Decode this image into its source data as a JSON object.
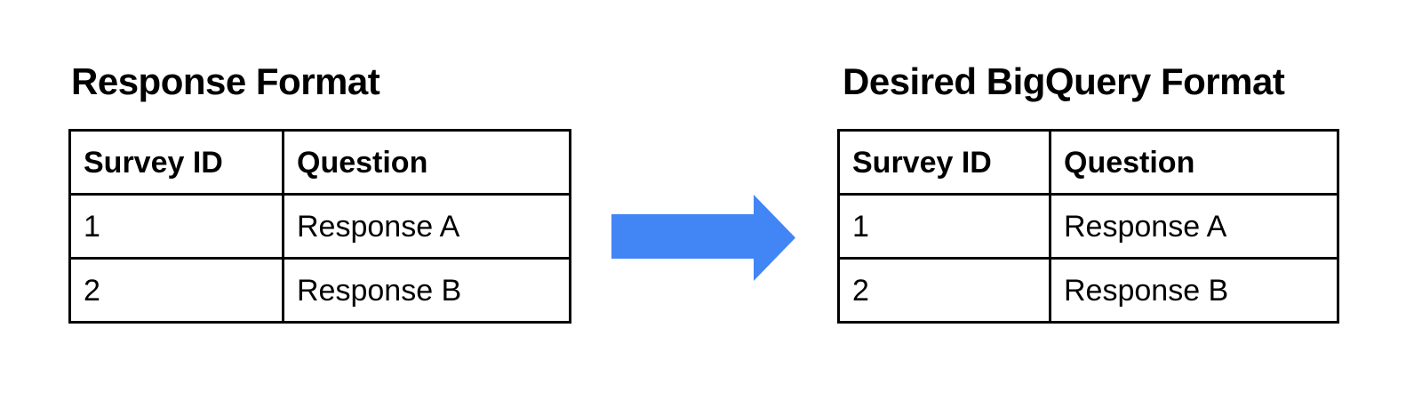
{
  "left_panel": {
    "title": "Response Format",
    "table": {
      "headers": [
        "Survey ID",
        "Question"
      ],
      "rows": [
        [
          "1",
          "Response A"
        ],
        [
          "2",
          "Response B"
        ]
      ]
    }
  },
  "right_panel": {
    "title": "Desired BigQuery Format",
    "table": {
      "headers": [
        "Survey ID",
        "Question"
      ],
      "rows": [
        [
          "1",
          "Response A"
        ],
        [
          "2",
          "Response B"
        ]
      ]
    }
  },
  "arrow": {
    "meaning": "transform",
    "direction": "right",
    "color": "#4285f4"
  },
  "colors": {
    "background": "#ffffff",
    "border": "#000000",
    "text": "#000000"
  }
}
